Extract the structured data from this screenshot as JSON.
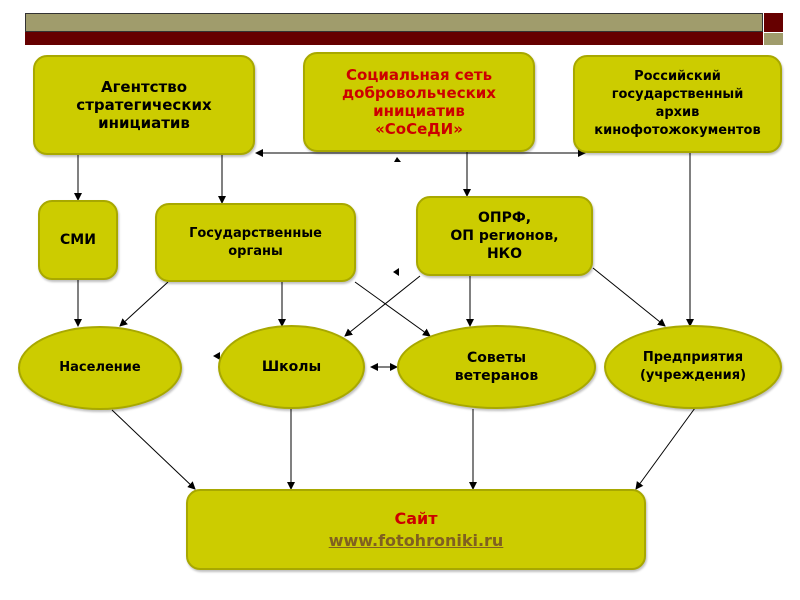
{
  "nodes": {
    "agency": "Агентство стратегических инициатив",
    "social_network": [
      "Социальная сеть",
      "добровольческих",
      "инициатив",
      "«СоСеДИ»"
    ],
    "archive": [
      "Российский",
      "государственный",
      "архив",
      "кинофотожокументов"
    ],
    "smi": "СМИ",
    "gov": "Государственные органы",
    "oprf": [
      "ОПРФ,",
      "ОП регионов,",
      "НКО"
    ],
    "population": "Население",
    "schools": "Школы",
    "veterans": [
      "Советы",
      "ветеранов"
    ],
    "enterprises": [
      "Предприятия",
      "(учреждения)"
    ],
    "site_title": "Сайт",
    "site_link": "www.fotohroniki.ru"
  },
  "colors": {
    "fill": "#cccc00",
    "accent_red": "#cc0000",
    "band_olive": "#a09c6c",
    "band_dark": "#660000"
  }
}
